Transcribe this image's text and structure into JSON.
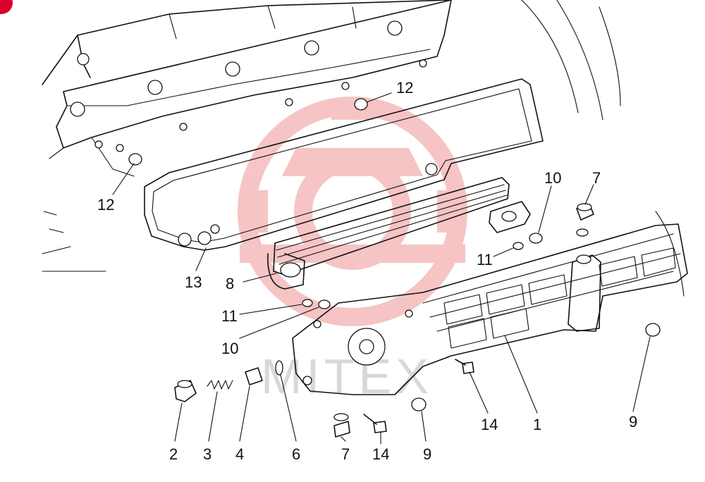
{
  "diagram": {
    "callouts": [
      {
        "id": "c12a",
        "text": "12"
      },
      {
        "id": "c12b",
        "text": "12"
      },
      {
        "id": "c10a",
        "text": "10"
      },
      {
        "id": "c7a",
        "text": "7"
      },
      {
        "id": "c13",
        "text": "13"
      },
      {
        "id": "c8",
        "text": "8"
      },
      {
        "id": "c11a",
        "text": "11"
      },
      {
        "id": "c11b",
        "text": "11"
      },
      {
        "id": "c10b",
        "text": "10"
      },
      {
        "id": "c2",
        "text": "2"
      },
      {
        "id": "c3",
        "text": "3"
      },
      {
        "id": "c4",
        "text": "4"
      },
      {
        "id": "c6",
        "text": "6"
      },
      {
        "id": "c7b",
        "text": "7"
      },
      {
        "id": "c14a",
        "text": "14"
      },
      {
        "id": "c9a",
        "text": "9"
      },
      {
        "id": "c14b",
        "text": "14"
      },
      {
        "id": "c1",
        "text": "1"
      },
      {
        "id": "c9b",
        "text": "9"
      }
    ]
  },
  "colors": {
    "line": "#111111",
    "watermark_logo": "#e8585a",
    "corner_badge": "#d9002b"
  }
}
